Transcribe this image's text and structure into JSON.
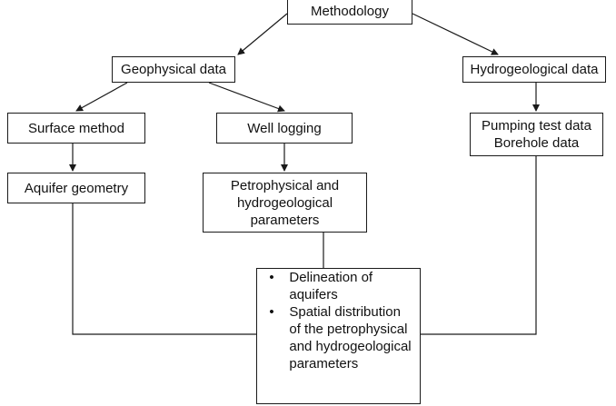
{
  "diagram": {
    "nodes": {
      "methodology": "Methodology",
      "geophysical": "Geophysical data",
      "hydrogeological": "Hydrogeological data",
      "surface": "Surface method",
      "well_logging": "Well logging",
      "pumping": [
        "Pumping test data",
        "Borehole data"
      ],
      "aquifer_geometry": "Aquifer geometry",
      "petrophysical": [
        "Petrophysical and",
        "hydrogeological",
        "parameters"
      ],
      "outcomes": [
        [
          "Delineation of",
          "aquifers"
        ],
        [
          "Spatial distribution",
          "of the petrophysical",
          "and hydrogeological",
          "parameters"
        ]
      ]
    },
    "edges": [
      {
        "from": "methodology",
        "to": "geophysical"
      },
      {
        "from": "methodology",
        "to": "hydrogeological"
      },
      {
        "from": "geophysical",
        "to": "surface"
      },
      {
        "from": "geophysical",
        "to": "well_logging"
      },
      {
        "from": "hydrogeological",
        "to": "pumping"
      },
      {
        "from": "surface",
        "to": "aquifer_geometry"
      },
      {
        "from": "well_logging",
        "to": "petrophysical"
      },
      {
        "from": "aquifer_geometry",
        "to": "outcomes"
      },
      {
        "from": "petrophysical",
        "to": "outcomes"
      },
      {
        "from": "pumping",
        "to": "outcomes"
      }
    ],
    "colors": {
      "line": "#1a1a1a",
      "box_border": "#1a1a1a",
      "text": "#111111"
    }
  }
}
